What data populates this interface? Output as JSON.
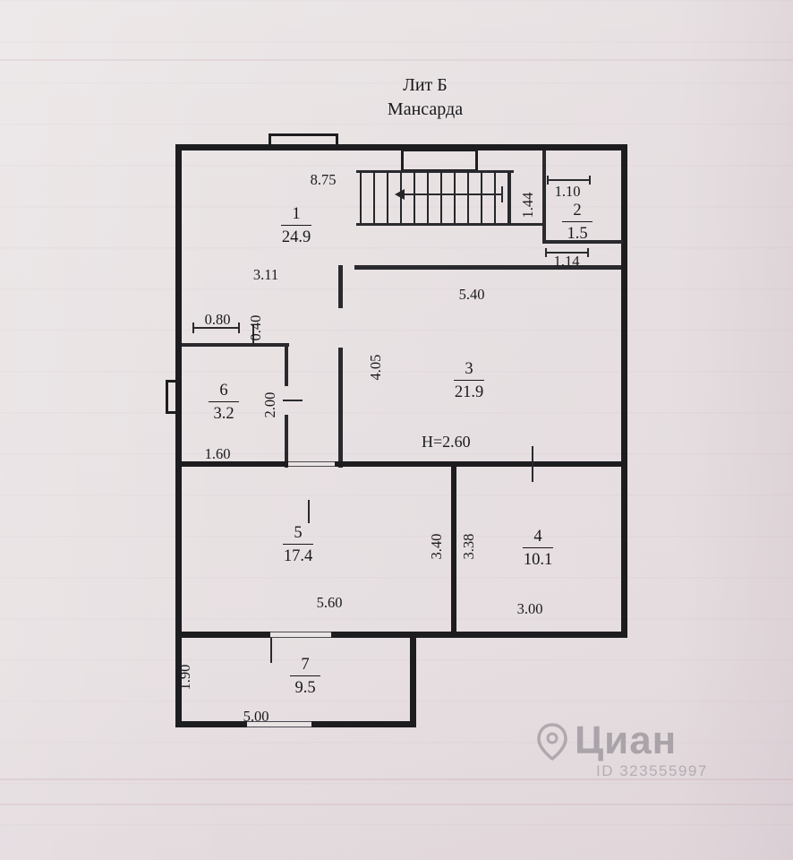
{
  "title": {
    "litera": "Лит Б",
    "floor": "Мансарда"
  },
  "height_note": "H=2.60",
  "rooms": [
    {
      "number": "1",
      "area": "24.9"
    },
    {
      "number": "2",
      "area": "1.5"
    },
    {
      "number": "3",
      "area": "21.9"
    },
    {
      "number": "4",
      "area": "10.1"
    },
    {
      "number": "5",
      "area": "17.4"
    },
    {
      "number": "6",
      "area": "3.2"
    },
    {
      "number": "7",
      "area": "9.5"
    }
  ],
  "dimensions": {
    "room1_width": "8.75",
    "room1_left": "3.11",
    "stair_width": "1.44",
    "room2_width_top": "1.10",
    "room2_width_bottom": "1.14",
    "room3_width": "5.40",
    "room3_depth": "4.05",
    "room6_step_width": "0.80",
    "room6_step_depth": "0.40",
    "room6_depth": "2.00",
    "room6_width": "1.60",
    "room5_depth": "3.40",
    "room5_width": "5.60",
    "room4_depth": "3.38",
    "room4_width": "3.00",
    "room7_depth": "1.90",
    "room7_width": "5.00"
  },
  "watermark": {
    "brand": "Циан",
    "listing_id": "ID 323555997",
    "logo_icon": "location-pin-icon"
  },
  "colors": {
    "paper": "#e9e3e4",
    "ink": "#1d1d20",
    "watermark_gray": "#7c7780"
  }
}
